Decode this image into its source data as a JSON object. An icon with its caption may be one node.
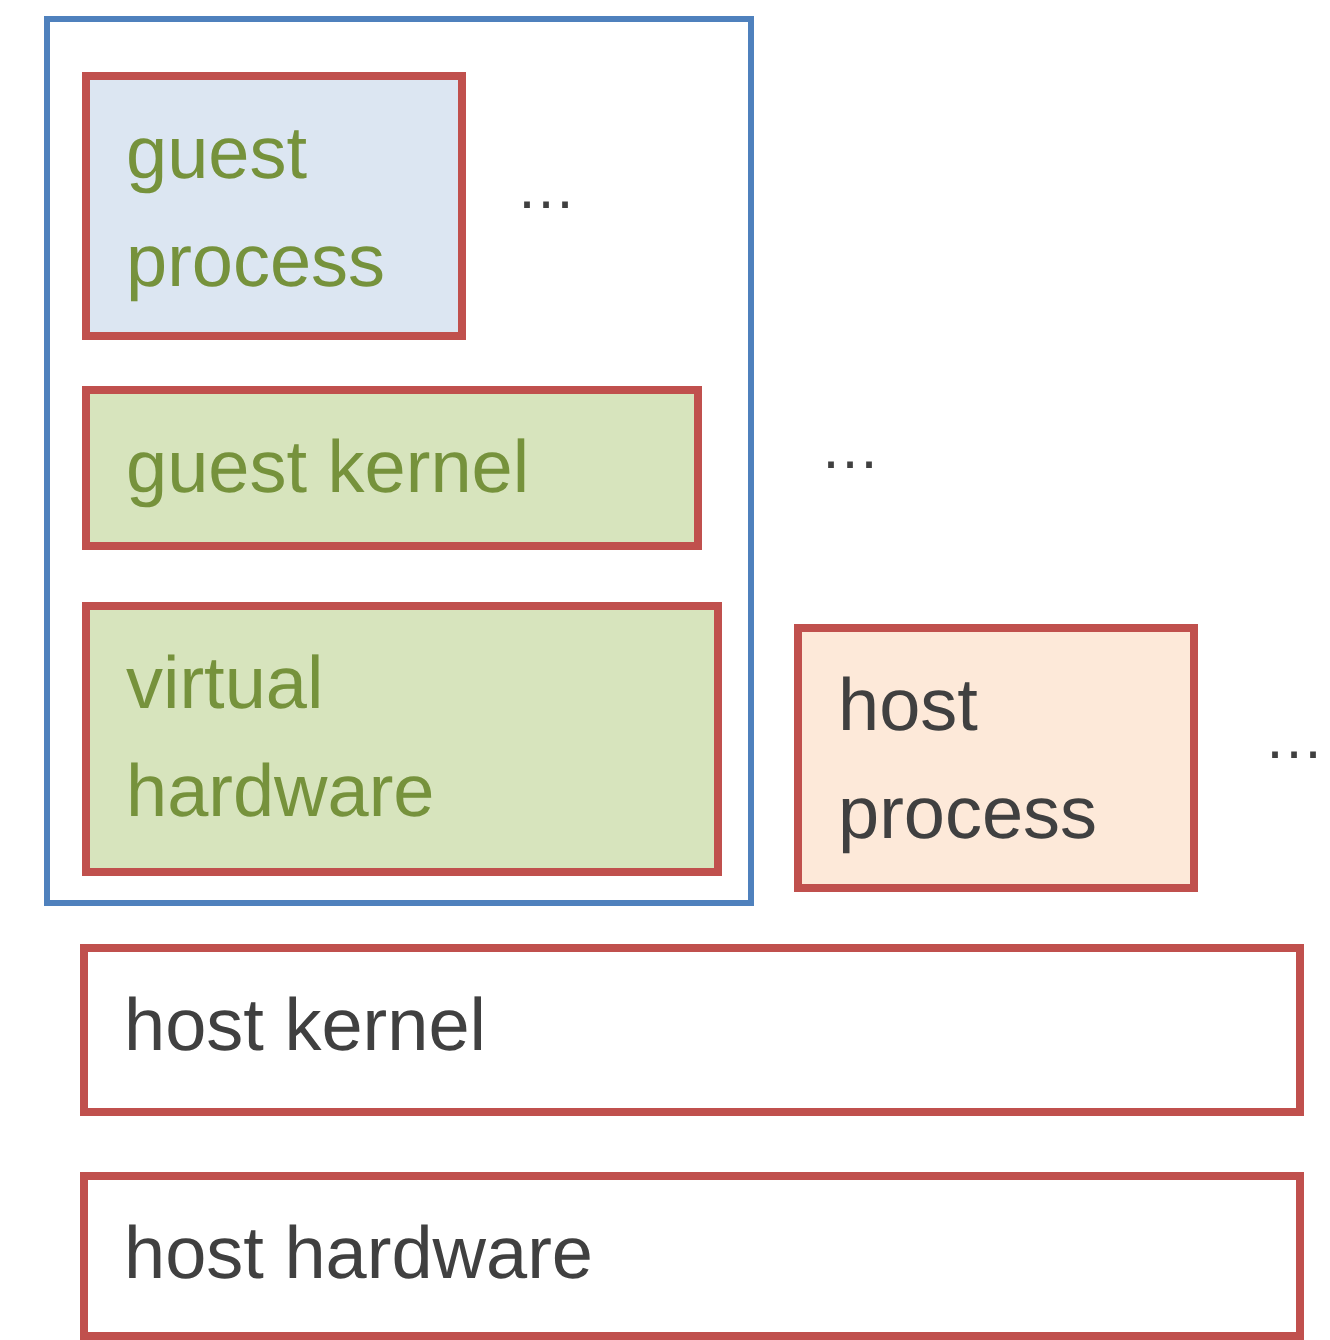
{
  "diagram": {
    "nodes": [
      {
        "text": [],
        "shape": "box"
      },
      {
        "text": [
          "guest process"
        ],
        "in": 0
      },
      {
        "text": [
          "guest kernel"
        ],
        "in": 0
      },
      {
        "text": [
          "virtual hardware"
        ],
        "in": 0
      },
      {
        "text": [
          "host process"
        ]
      },
      {
        "text": [
          "host kernel"
        ]
      },
      {
        "text": [
          "host hardware"
        ]
      }
    ],
    "edges": [],
    "labels": [
      "…",
      "…",
      "…"
    ]
  }
}
